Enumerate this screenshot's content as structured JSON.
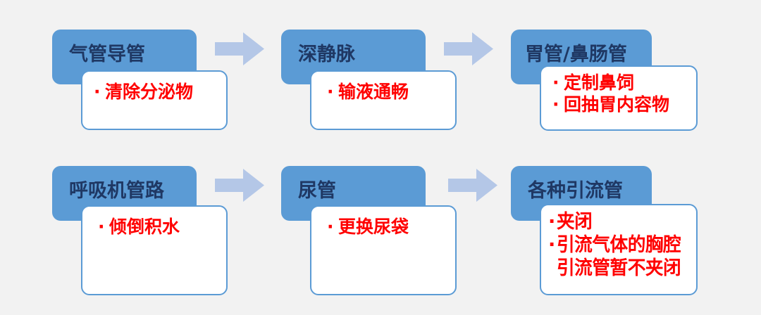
{
  "page": {
    "background_color": "#F2F2F2",
    "header_color": "#5B9BD5",
    "title_color": "#1F3864",
    "bullet_color": "#FF0000",
    "card_border_color": "#5B9BD5",
    "arrow_color": "#B4C7E7",
    "bullet_marker": "·"
  },
  "groups": [
    {
      "id": "tracheal-tube",
      "title": "气管导管",
      "bullets": [
        {
          "marker": "·",
          "text": "清除分泌物",
          "continuation": false
        }
      ]
    },
    {
      "id": "deep-vein",
      "title": "深静脉",
      "bullets": [
        {
          "marker": "·",
          "text": "输液通畅",
          "continuation": false
        }
      ]
    },
    {
      "id": "gastric-nasointestinal-tube",
      "title": "胃管/鼻肠管",
      "bullets": [
        {
          "marker": "·",
          "text": "定制鼻饲",
          "continuation": false
        },
        {
          "marker": "·",
          "text": "回抽胃内容物",
          "continuation": false
        }
      ]
    },
    {
      "id": "ventilator-circuit",
      "title": "呼吸机管路",
      "bullets": [
        {
          "marker": "·",
          "text": "倾倒积水",
          "continuation": false
        }
      ]
    },
    {
      "id": "urinary-catheter",
      "title": "尿管",
      "bullets": [
        {
          "marker": "·",
          "text": "更换尿袋",
          "continuation": false
        }
      ]
    },
    {
      "id": "various-drainage-tubes",
      "title": "各种引流管",
      "bullets": [
        {
          "marker": "·",
          "text": "夹闭",
          "continuation": false
        },
        {
          "marker": "·",
          "text": "引流气体的胸腔",
          "continuation": false
        },
        {
          "marker": "·",
          "text": "引流管暂不夹闭",
          "continuation": true
        }
      ]
    }
  ],
  "arrows": [
    {
      "id": "arrow-row1-1",
      "direction": "right"
    },
    {
      "id": "arrow-row1-2",
      "direction": "right"
    },
    {
      "id": "arrow-row2-1",
      "direction": "right"
    },
    {
      "id": "arrow-row2-2",
      "direction": "right"
    }
  ]
}
